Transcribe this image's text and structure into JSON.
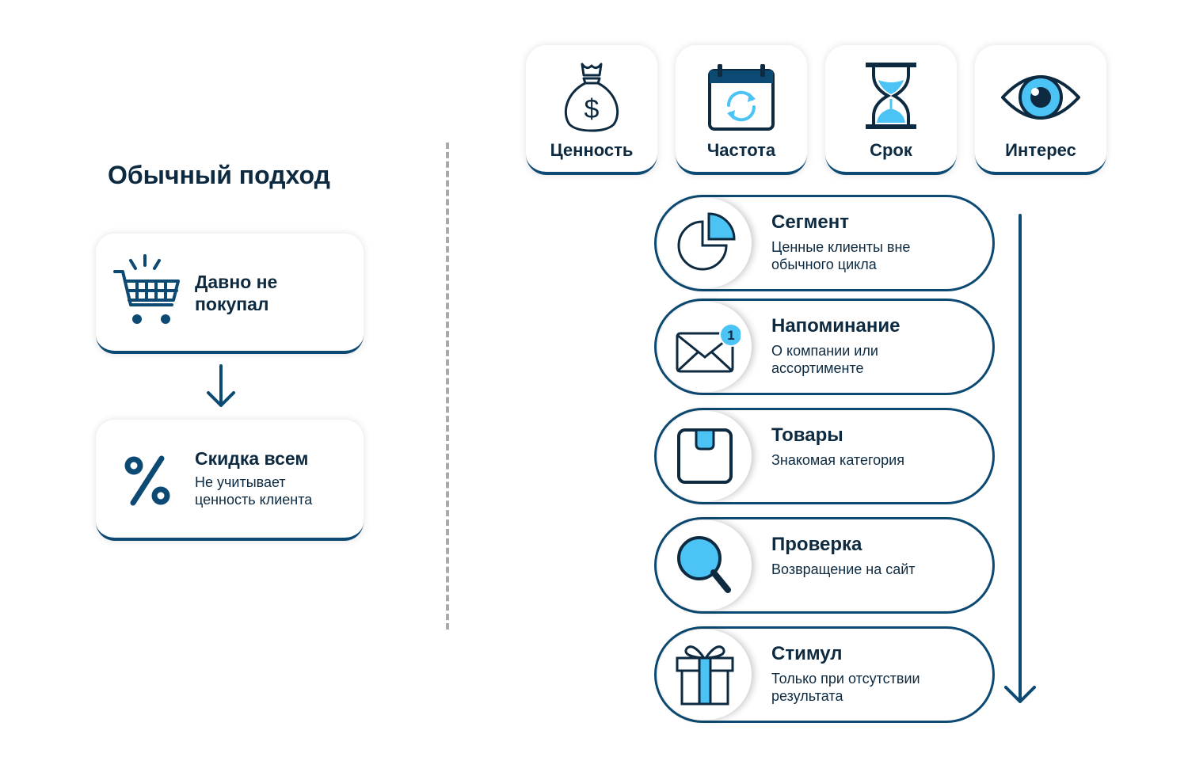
{
  "left": {
    "title": "Обычный подход",
    "card1": {
      "title_line1": "Давно не",
      "title_line2": "покупал",
      "icon": "shopping-cart-icon"
    },
    "card2": {
      "title": "Скидка всем",
      "sub_line1": "Не учитывает",
      "sub_line2": "ценность клиента",
      "icon": "percent-icon"
    }
  },
  "metrics": [
    {
      "label": "Ценность",
      "icon": "money-bag-icon"
    },
    {
      "label": "Частота",
      "icon": "calendar-refresh-icon"
    },
    {
      "label": "Срок",
      "icon": "hourglass-icon"
    },
    {
      "label": "Интерес",
      "icon": "eye-icon"
    }
  ],
  "steps": [
    {
      "title": "Сегмент",
      "sub_line1": "Ценные клиенты вне",
      "sub_line2": "обычного цикла",
      "icon": "pie-chart-icon"
    },
    {
      "title": "Напоминание",
      "sub_line1": "О компании или",
      "sub_line2": "ассортименте",
      "icon": "mail-icon",
      "badge": "1"
    },
    {
      "title": "Товары",
      "sub_line1": "Знакомая категория",
      "icon": "box-icon"
    },
    {
      "title": "Проверка",
      "sub_line1": "Возвращение на сайт",
      "icon": "magnifier-icon"
    },
    {
      "title": "Стимул",
      "sub_line1": "Только при отсутствии",
      "sub_line2": "результата",
      "icon": "gift-icon"
    }
  ],
  "colors": {
    "navy": "#0d4a73",
    "text": "#0d2a40",
    "accent": "#4cc3f5"
  }
}
